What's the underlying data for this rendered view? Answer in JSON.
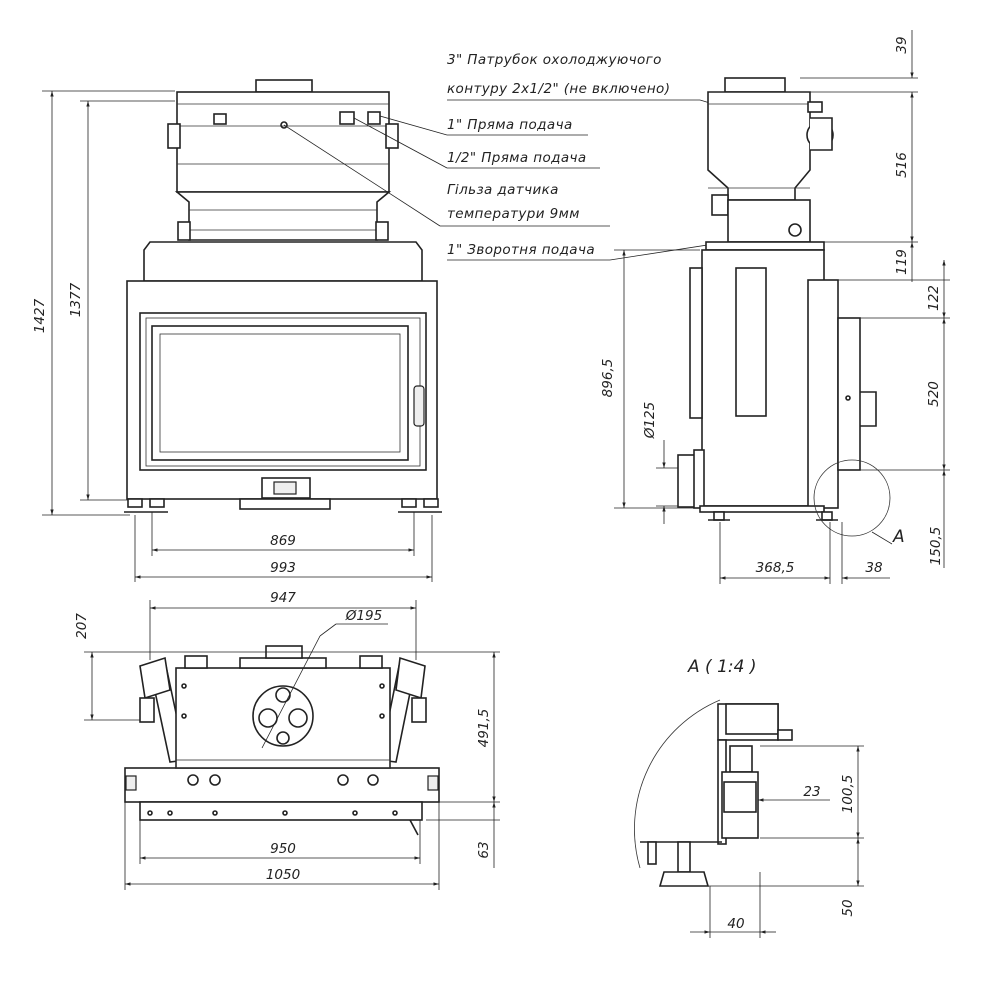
{
  "labels": {
    "nozzle_line1": "3\" Патрубок охолоджуючого",
    "nozzle_line2": "контуру 2х1/2\" (не включено)",
    "direct_1": "1\" Пряма подача",
    "direct_half": "1/2\" Пряма подача",
    "sensor_line1": "Гільза датчика",
    "sensor_line2": "температури 9мм",
    "return_1": "1\" Зворотня подача"
  },
  "detail": {
    "marker": "A",
    "title": "A ( 1:4 )"
  },
  "dims_front": {
    "h_total": "1427",
    "h_body": "1377",
    "w_inner": "869",
    "w_outer": "993"
  },
  "dims_side": {
    "top": "39",
    "upper": "516",
    "mid": "119",
    "d_122": "122",
    "d_520": "520",
    "d_896": "896,5",
    "d_125": "Ø125",
    "d_150": "150,5",
    "d_368": "368,5",
    "d_38": "38"
  },
  "dims_top": {
    "w_947": "947",
    "d_207": "207",
    "d_195": "Ø195",
    "d_491": "491,5",
    "w_950": "950",
    "w_1050": "1050",
    "d_63": "63"
  },
  "dims_detail": {
    "d_23": "23",
    "d_100": "100,5",
    "d_50": "50",
    "d_40": "40"
  }
}
